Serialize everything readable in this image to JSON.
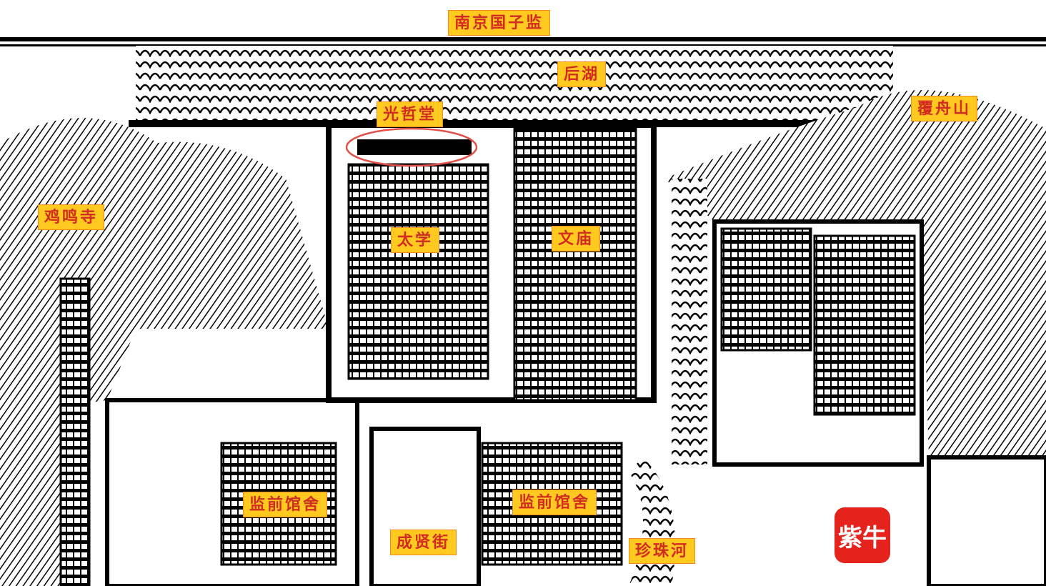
{
  "labels": {
    "title": "南京国子监",
    "houhu": "后湖",
    "guangzhetang": "光哲堂",
    "fuzhoushan": "覆舟山",
    "jimingsi": "鸡鸣寺",
    "taixue": "太学",
    "wenmiao": "文庙",
    "guanshe_left": "监前馆舍",
    "guanshe_right": "监前馆舍",
    "chengxianjie": "成贤街",
    "zhenzhuhe": "珍珠河"
  },
  "logo": {
    "text": "紫牛"
  },
  "colors": {
    "label_bg": "#FFC91F",
    "label_border": "#F08A1C",
    "label_text": "#D22B22",
    "highlight_ring": "#E0504A",
    "logo_bg": "#E5231C"
  }
}
